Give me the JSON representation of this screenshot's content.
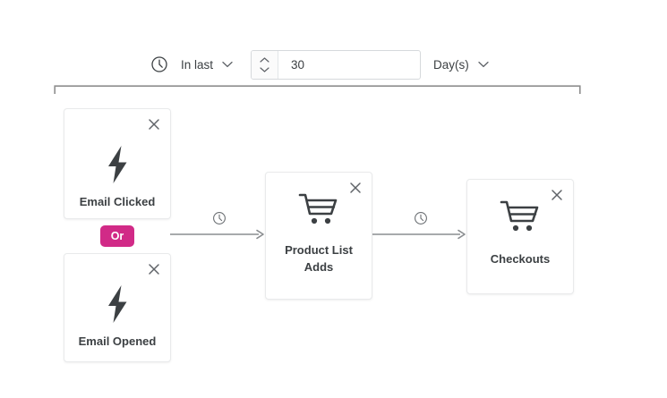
{
  "toolbar": {
    "clock_icon": "clock-icon",
    "timeframe": {
      "label": "In last",
      "chevron_icon": "chevron-down-icon"
    },
    "stepper": {
      "up_icon": "chevron-up-icon",
      "down_icon": "chevron-down-icon"
    },
    "value_input": {
      "value": "30",
      "placeholder": "30"
    },
    "unit": {
      "label": "Day(s)",
      "chevron_icon": "chevron-down-icon"
    }
  },
  "flow": {
    "bracket": {
      "color": "#8e8e8e"
    },
    "or_badge": {
      "label": "Or",
      "color": "#d12a87"
    },
    "close_icon": "close-icon",
    "cards": [
      {
        "id": "email-clicked",
        "label": "Email Clicked",
        "icon": "lightning-bolt-icon"
      },
      {
        "id": "email-opened",
        "label": "Email Opened",
        "icon": "lightning-bolt-icon"
      },
      {
        "id": "product-list-adds",
        "label": "Product List Adds",
        "icon": "shopping-cart-icon"
      },
      {
        "id": "checkouts",
        "label": "Checkouts",
        "icon": "shopping-cart-icon"
      }
    ],
    "connectors": [
      {
        "id": "connector-1",
        "icon": "clock-icon",
        "arrow_icon": "arrow-right-icon"
      },
      {
        "id": "connector-2",
        "icon": "clock-icon",
        "arrow_icon": "arrow-right-icon"
      }
    ]
  }
}
